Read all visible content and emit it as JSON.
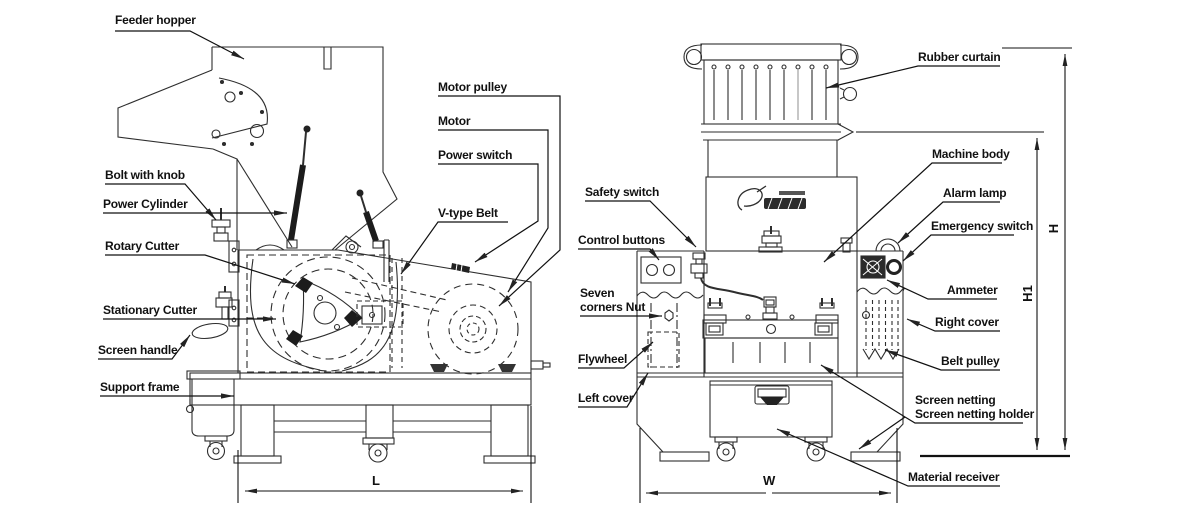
{
  "colors": {
    "line": "#2e2e2e",
    "text": "#111111",
    "background": "#ffffff",
    "dark_fill": "#222222"
  },
  "side_view": {
    "name": "crusher side view",
    "labels": {
      "feeder_hopper": "Feeder hopper",
      "bolt_with_knob": "Bolt with knob",
      "power_cylinder": "Power Cylinder",
      "rotary_cutter": "Rotary Cutter",
      "stationary_cutter": "Stationary Cutter",
      "screen_handle": "Screen handle",
      "support_frame": "Support frame",
      "motor_pulley": "Motor pulley",
      "motor": "Motor",
      "power_switch": "Power switch",
      "v_type_belt": "V-type Belt"
    },
    "dimensions": {
      "length": "L"
    }
  },
  "front_view": {
    "name": "crusher front view",
    "labels": {
      "rubber_curtain": "Rubber curtain",
      "machine_body": "Machine body",
      "alarm_lamp": "Alarm lamp",
      "emergency_switch": "Emergency switch",
      "ammeter": "Ammeter",
      "right_cover": "Right cover",
      "belt_pulley": "Belt pulley",
      "safety_switch": "Safety switch",
      "control_buttons": "Control buttons",
      "seven_corners_nut_line1": "Seven",
      "seven_corners_nut_line2": "corners Nut",
      "flywheel": "Flywheel",
      "left_cover": "Left cover",
      "screen_netting": "Screen netting",
      "screen_netting_holder": "Screen netting holder",
      "material_receiver": "Material receiver"
    },
    "dimensions": {
      "width": "W",
      "height": "H",
      "body_height": "H1"
    }
  }
}
